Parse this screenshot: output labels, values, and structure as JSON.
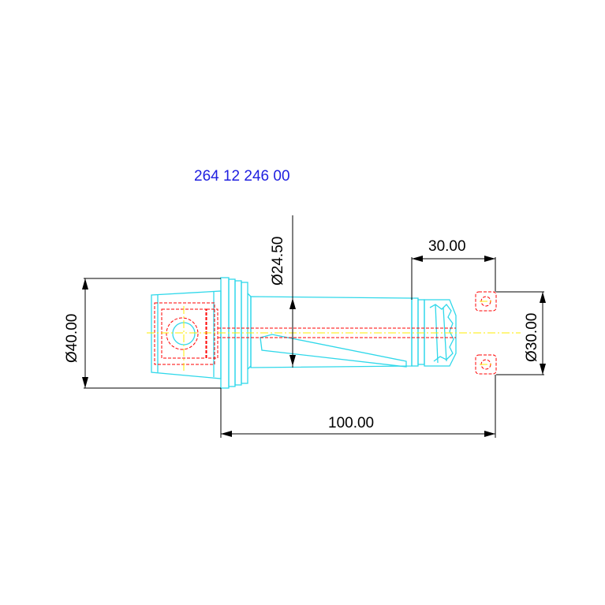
{
  "title": {
    "part_number": "264 12 246 00"
  },
  "dimensions": {
    "shank_diameter": "Ø40.00",
    "body_diameter": "Ø24.50",
    "clamp_length": "30.00",
    "clamp_diameter": "Ø30.00",
    "overall_length": "100.00"
  },
  "colors": {
    "outline": "#2fd8ea",
    "hidden_lines": "#ff0000",
    "centerlines": "#ffee00",
    "dimension_lines": "#000000",
    "part_number_text": "#2020e0"
  }
}
